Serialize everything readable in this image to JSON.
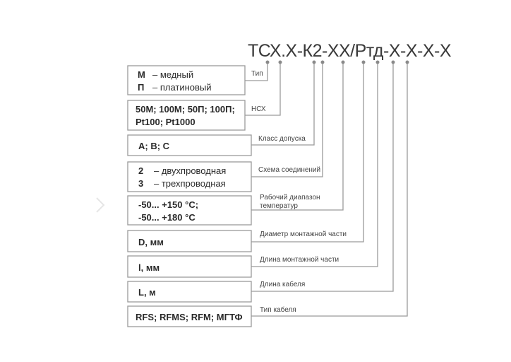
{
  "title": "ТСХ.Х-К2-ХХ/Ртд-Х-Х-Х-Х",
  "boxes": [
    {
      "label": "Тип",
      "lines": [
        {
          "code": "М",
          "text": "– медный"
        },
        {
          "code": "П",
          "text": "– платиновый"
        }
      ]
    },
    {
      "label": "НСХ",
      "lines": [
        "50М; 100М; 50П; 100П;",
        "Pt100; Pt1000"
      ]
    },
    {
      "label": "Класс допуска",
      "lines": [
        "A; B; C"
      ]
    },
    {
      "label": "Схема соединений",
      "lines": [
        {
          "code": "2",
          "text": "– двухпроводная"
        },
        {
          "code": "3",
          "text": "– трехпроводная"
        }
      ]
    },
    {
      "label": [
        "Рабочий диапазон",
        "температур"
      ],
      "lines": [
        "-50... +150 °C;",
        "-50... +180 °C"
      ]
    },
    {
      "label": "Диаметр монтажной части",
      "lines": [
        "D, мм"
      ]
    },
    {
      "label": "Длина монтажной части",
      "lines": [
        "l, мм"
      ]
    },
    {
      "label": "Длина кабеля",
      "lines": [
        "L, м"
      ]
    },
    {
      "label": "Тип кабеля",
      "lines": [
        "RFS; RFMS; RFM; МГТФ"
      ]
    }
  ]
}
